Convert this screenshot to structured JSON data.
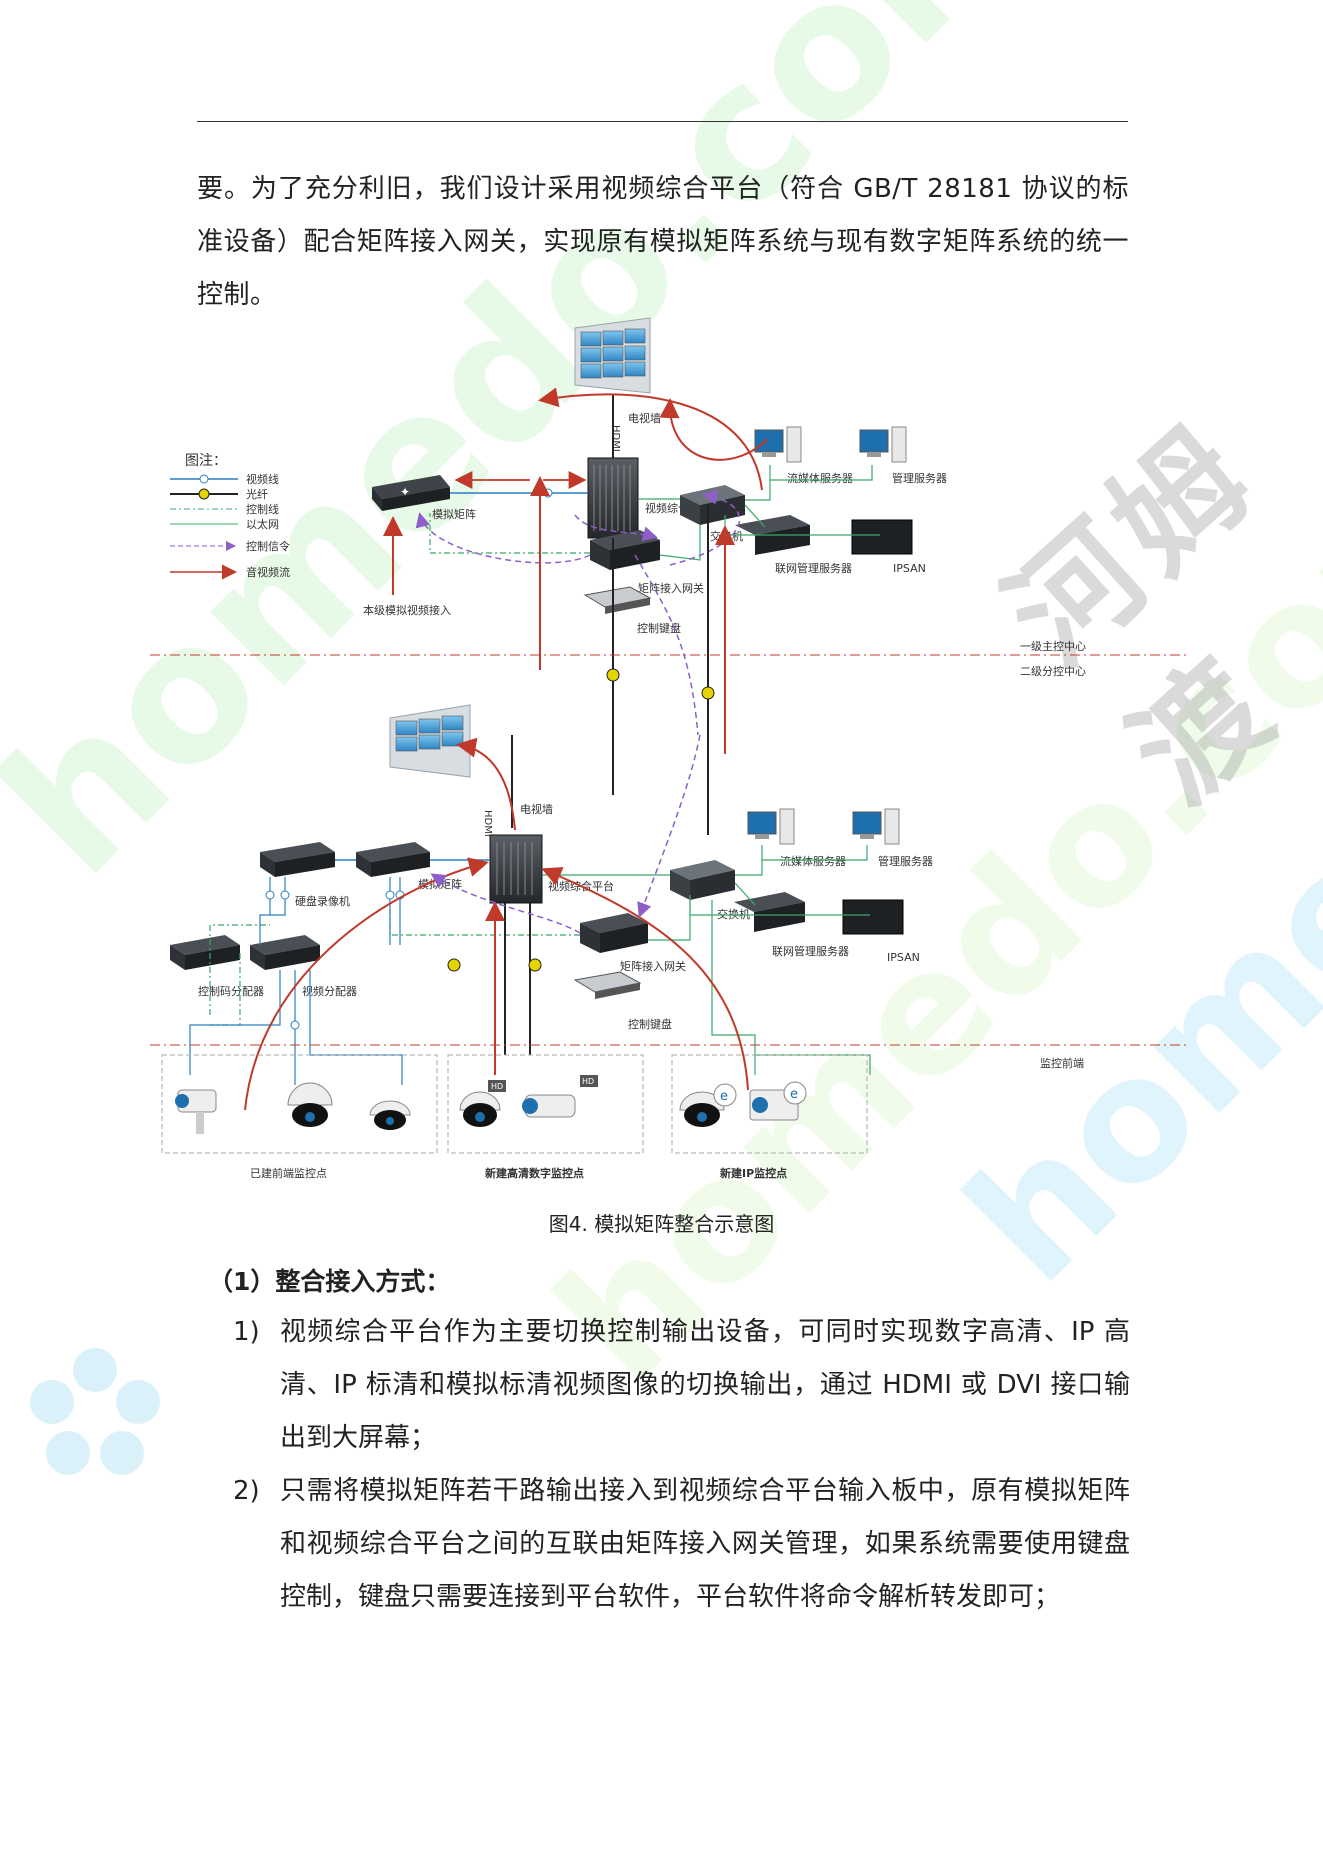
{
  "paragraph": "要。为了充分利旧，我们设计采用视频综合平台（符合 GB/T 28181 协议的标准设备）配合矩阵接入网关，实现原有模拟矩阵系统与现有数字矩阵系统的统一控制。",
  "watermarks": {
    "w1": "homedo.com",
    "w2": "homedo.com",
    "w3": "homedo.com",
    "cn": "河姆渡"
  },
  "figure": {
    "legend": {
      "title": "图注：",
      "items": [
        "视频线",
        "光纤",
        "控制线",
        "以太网",
        "控制信令",
        "音视频流"
      ]
    },
    "top": {
      "tv_wall": "电视墙",
      "hdmi": "HDMI",
      "analog_matrix": "模拟矩阵",
      "video_platform": "视频综合平台",
      "switch": "交换机",
      "matrix_gateway": "矩阵接入网关",
      "media_server": "流媒体服务器",
      "mgmt_server": "管理服务器",
      "net_mgmt_server": "联网管理服务器",
      "ipsan": "IPSAN",
      "keyboard": "控制键盘",
      "local_analog": "本级模拟视频接入"
    },
    "zone_labels": {
      "level1": "一级主控中心",
      "level2": "二级分控中心",
      "front": "监控前端"
    },
    "bottom": {
      "tv_wall": "电视墙",
      "hdmi": "HDMI",
      "dvr": "硬盘录像机",
      "analog_matrix": "模拟矩阵",
      "video_platform": "视频综合平台",
      "switch": "交换机",
      "matrix_gateway": "矩阵接入网关",
      "media_server": "流媒体服务器",
      "mgmt_server": "管理服务器",
      "net_mgmt_server": "联网管理服务器",
      "ipsan": "IPSAN",
      "keyboard": "控制键盘",
      "ctrl_code_dist": "控制码分配器",
      "video_dist": "视频分配器",
      "existing_front": "已建前端监控点",
      "new_hd": "新建高清数字监控点",
      "new_ip": "新建IP监控点",
      "hd_badge": "HD"
    }
  },
  "caption": "图4. 模拟矩阵整合示意图",
  "heading": "（1）整合接入方式：",
  "list": [
    {
      "num": "1)",
      "text": "视频综合平台作为主要切换控制输出设备，可同时实现数字高清、IP 高清、IP 标清和模拟标清视频图像的切换输出，通过 HDMI 或 DVI 接口输出到大屏幕；"
    },
    {
      "num": "2)",
      "text": "只需将模拟矩阵若干路输出接入到视频综合平台输入板中，原有模拟矩阵和视频综合平台之间的互联由矩阵接入网关管理，如果系统需要使用键盘控制，键盘只需要连接到平台软件，平台软件将命令解析转发即可；"
    }
  ],
  "colors": {
    "red": "#c0392b",
    "purple": "#8e5fc9",
    "green": "#3aa86b",
    "blue": "#2a7fc1"
  }
}
